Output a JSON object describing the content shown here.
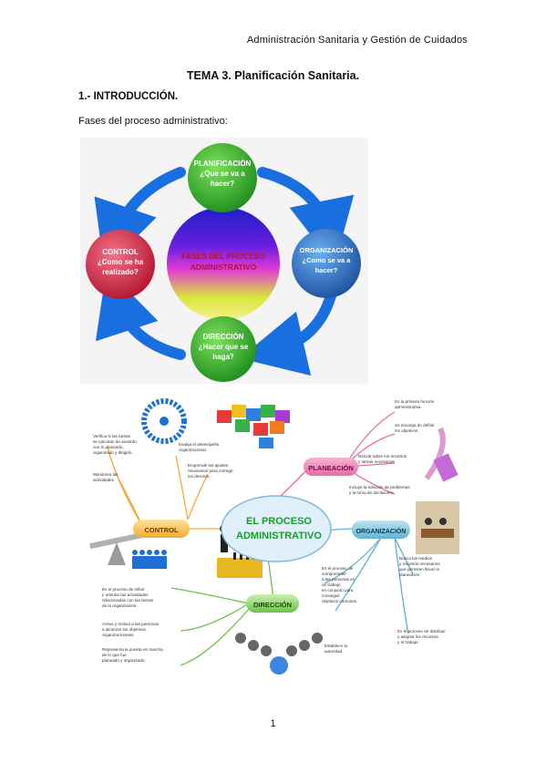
{
  "header": {
    "running_title": "Administración Sanitaria y Gestión de Cuidados"
  },
  "document": {
    "title": "TEMA 3. Planificación Sanitaria.",
    "section": "1.- INTRODUCCIÓN.",
    "intro_text": "Fases del proceso administrativo:",
    "page_number": "1"
  },
  "cycle": {
    "center": [
      "FASES DEL PROCESO",
      "ADMINISTRATIVO"
    ],
    "planificacion": [
      "PLANIFICACIÓN",
      "¿Que se va a",
      "hacer?"
    ],
    "organizacion": [
      "ORGANIZACIÓN",
      "¿Como se va a",
      "hacer?"
    ],
    "direccion": [
      "DIRECCIÓN",
      "¿Hacer que se",
      "haga?"
    ],
    "control": [
      "CONTROL",
      "¿Como se ha",
      "realizado?"
    ]
  },
  "mindmap": {
    "center": [
      "EL PROCESO",
      "ADMINISTRATIVO"
    ],
    "planeacion": "PLANEACIÓN",
    "organizacion": "ORGANIZACIÓN",
    "direccion": "DIRECCIÓN",
    "control": "CONTROL",
    "planeacion_notes": {
      "a": [
        "Es la primera función",
        "administrativa."
      ],
      "b": [
        "Se encarga de definir",
        "los objetivos."
      ],
      "c": [
        "Decide sobre los recursos",
        "y tareas necesarias"
      ],
      "d": [
        "Incluye la solución de problemas",
        "y la toma de decisiones."
      ]
    },
    "control_notes": {
      "a": [
        "Verifica si las tareas",
        "se ejecutan de acuerdo",
        "con lo planeado,",
        "organizado y dirigido"
      ],
      "b": [
        "Monitorea las",
        "actividades"
      ],
      "c": [
        "Evalúa el desempeño",
        "organizacional."
      ],
      "d": [
        "Emprende los ajustes",
        "necesarios para corregir",
        "los desvíos."
      ]
    },
    "organizacion_notes": {
      "a": [
        "Es el proceso de",
        "comprometer",
        "a las personas en",
        "un trabajo",
        "en conjunto para",
        "conseguir",
        "objetivos comunes."
      ],
      "b": [
        "Establece la",
        "autoridad"
      ],
      "c": [
        "Busca los medios",
        "y recursos necesarios",
        "que permiten llevar la",
        "planeación"
      ],
      "d": [
        "Es el proceso de distribuir",
        "y asignar los recursos",
        "y el trabajo"
      ]
    },
    "direccion_notes": {
      "a": [
        "Es el proceso de influir",
        "y orientar las actividades",
        "relacionadas con las tareas",
        "de la organización."
      ],
      "b": [
        "Activa y motiva a las personas",
        "a alcanzar los objetivos",
        "organizacionales."
      ],
      "c": [
        "Representa la puesta en marcha",
        "de lo que fue",
        "planeado y organizado."
      ]
    }
  }
}
